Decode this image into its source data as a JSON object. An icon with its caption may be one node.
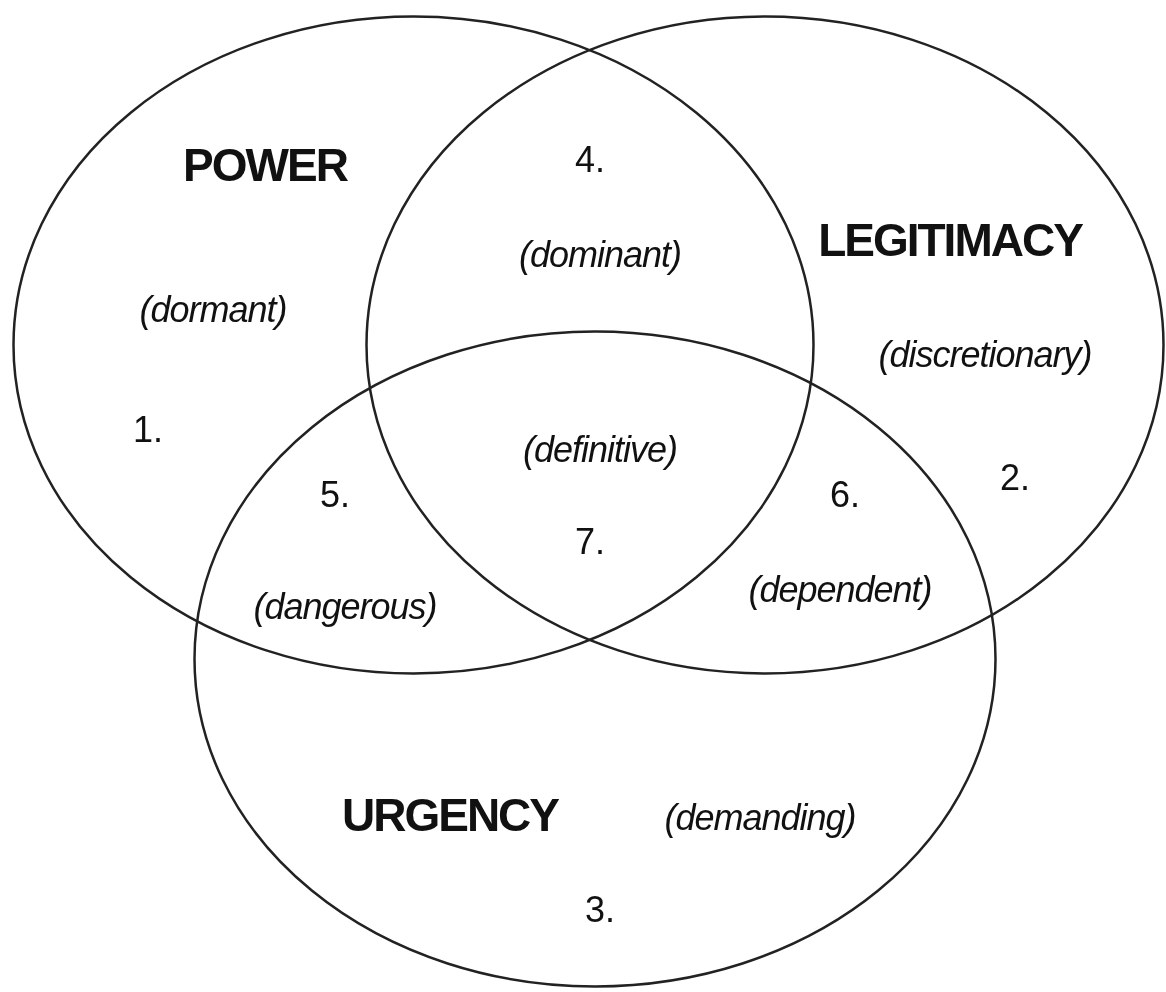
{
  "diagram": {
    "nodes": [
      {
        "text": [
          "POWER",
          "(dormant)",
          "1."
        ]
      },
      {
        "text": [
          "LEGITIMACY",
          "(discretionary)",
          "2."
        ]
      },
      {
        "text": [
          "URGENCY",
          "(demanding)",
          "3."
        ]
      }
    ],
    "edges": [],
    "labels": [
      "4.",
      "(dominant)",
      "(definitive)",
      "5.",
      "6.",
      "7.",
      "(dangerous)",
      "(dependent)"
    ]
  }
}
